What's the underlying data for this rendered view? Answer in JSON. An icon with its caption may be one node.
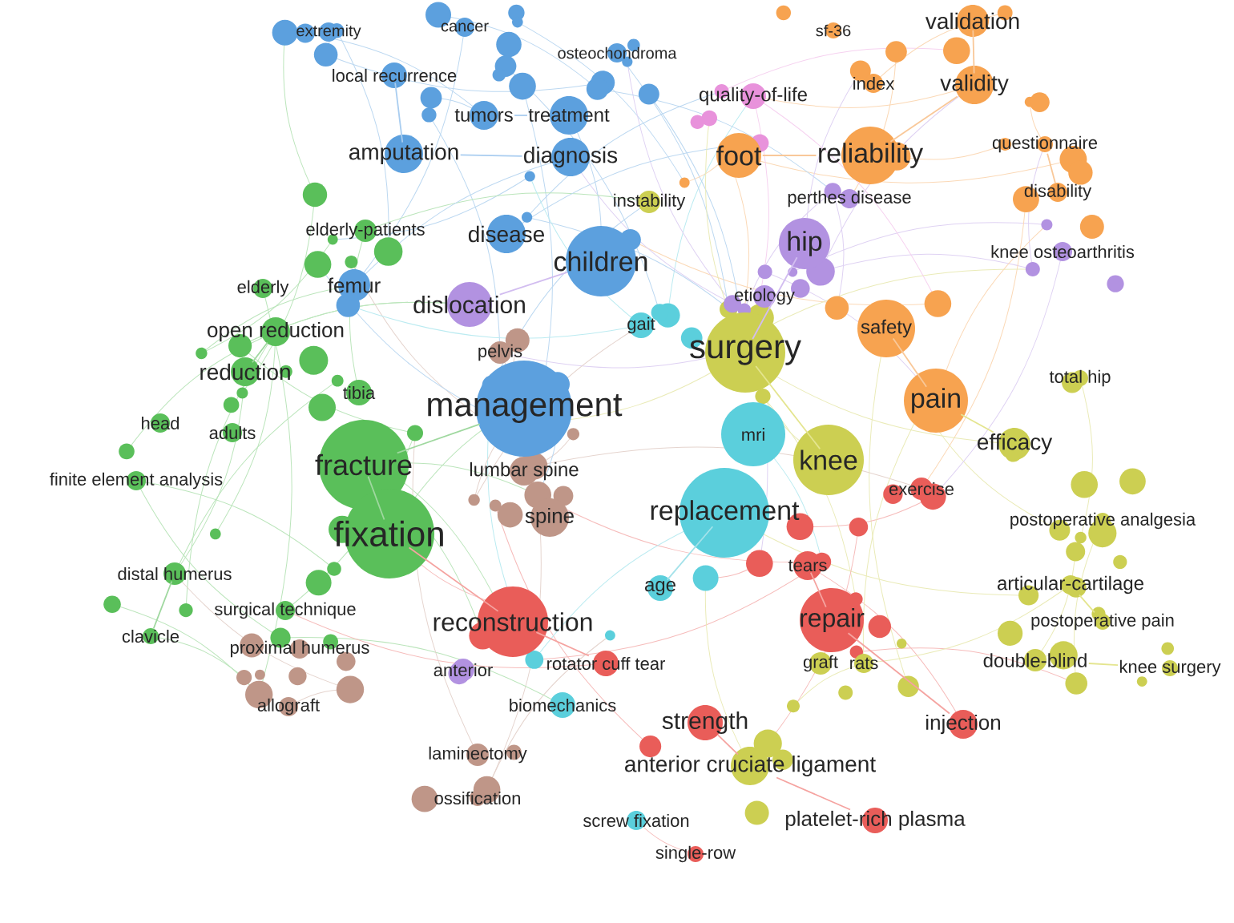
{
  "diagram": {
    "nodes": [
      {
        "text": [
          "extremity"
        ]
      },
      {
        "text": [
          "cancer"
        ]
      },
      {
        "text": [
          "osteochondroma"
        ]
      },
      {
        "text": [
          "local recurrence"
        ]
      },
      {
        "text": [
          "tumors"
        ]
      },
      {
        "text": [
          "treatment"
        ]
      },
      {
        "text": [
          "amputation"
        ]
      },
      {
        "text": [
          "diagnosis"
        ]
      },
      {
        "text": [
          "sf-36"
        ]
      },
      {
        "text": [
          "validation"
        ]
      },
      {
        "text": [
          "quality-of-life"
        ]
      },
      {
        "text": [
          "index"
        ]
      },
      {
        "text": [
          "validity"
        ]
      },
      {
        "text": [
          "foot"
        ]
      },
      {
        "text": [
          "reliability"
        ]
      },
      {
        "text": [
          "questionnaire"
        ]
      },
      {
        "text": [
          "instability"
        ]
      },
      {
        "text": [
          "perthes disease"
        ]
      },
      {
        "text": [
          "disability"
        ]
      },
      {
        "text": [
          "elderly-patients"
        ]
      },
      {
        "text": [
          "disease"
        ]
      },
      {
        "text": [
          "children"
        ]
      },
      {
        "text": [
          "hip"
        ]
      },
      {
        "text": [
          "knee osteoarthritis"
        ]
      },
      {
        "text": [
          "elderly"
        ]
      },
      {
        "text": [
          "femur"
        ]
      },
      {
        "text": [
          "dislocation"
        ]
      },
      {
        "text": [
          "etiology"
        ]
      },
      {
        "text": [
          "gait"
        ]
      },
      {
        "text": [
          "safety"
        ]
      },
      {
        "text": [
          "open reduction"
        ]
      },
      {
        "text": [
          "surgery"
        ]
      },
      {
        "text": [
          "pelvis"
        ]
      },
      {
        "text": [
          "reduction"
        ]
      },
      {
        "text": [
          "tibia"
        ]
      },
      {
        "text": [
          "management"
        ]
      },
      {
        "text": [
          "mri"
        ]
      },
      {
        "text": [
          "pain"
        ]
      },
      {
        "text": [
          "total hip"
        ]
      },
      {
        "text": [
          "efficacy"
        ]
      },
      {
        "text": [
          "head"
        ]
      },
      {
        "text": [
          "adults"
        ]
      },
      {
        "text": [
          "fracture"
        ]
      },
      {
        "text": [
          "lumbar spine"
        ]
      },
      {
        "text": [
          "knee"
        ]
      },
      {
        "text": [
          "finite element analysis"
        ]
      },
      {
        "text": [
          "exercise"
        ]
      },
      {
        "text": [
          "spine"
        ]
      },
      {
        "text": [
          "fixation"
        ]
      },
      {
        "text": [
          "replacement"
        ]
      },
      {
        "text": [
          "postoperative analgesia"
        ]
      },
      {
        "text": [
          "distal humerus"
        ]
      },
      {
        "text": [
          "tears"
        ]
      },
      {
        "text": [
          "age"
        ]
      },
      {
        "text": [
          "articular-cartilage"
        ]
      },
      {
        "text": [
          "surgical technique"
        ]
      },
      {
        "text": [
          "reconstruction"
        ]
      },
      {
        "text": [
          "repair"
        ]
      },
      {
        "text": [
          "postoperative pain"
        ]
      },
      {
        "text": [
          "clavicle"
        ]
      },
      {
        "text": [
          "proximal humerus"
        ]
      },
      {
        "text": [
          "anterior"
        ]
      },
      {
        "text": [
          "rotator cuff tear"
        ]
      },
      {
        "text": [
          "graft"
        ]
      },
      {
        "text": [
          "rats"
        ]
      },
      {
        "text": [
          "double-blind"
        ]
      },
      {
        "text": [
          "knee surgery"
        ]
      },
      {
        "text": [
          "allograft"
        ]
      },
      {
        "text": [
          "biomechanics"
        ]
      },
      {
        "text": [
          "strength"
        ]
      },
      {
        "text": [
          "injection"
        ]
      },
      {
        "text": [
          "laminectomy"
        ]
      },
      {
        "text": [
          "anterior cruciate ligament"
        ]
      },
      {
        "text": [
          "ossification"
        ]
      },
      {
        "text": [
          "screw fixation"
        ]
      },
      {
        "text": [
          "platelet-rich plasma"
        ]
      },
      {
        "text": [
          "single-row"
        ]
      }
    ],
    "edges": [
      {
        "from": 3,
        "to": 6,
        "arrow": "none",
        "color": "#a9cdf0"
      },
      {
        "from": 4,
        "to": 5,
        "arrow": "none",
        "color": "#a9cdf0"
      },
      {
        "from": 6,
        "to": 7,
        "arrow": "none",
        "color": "#a9cdf0"
      },
      {
        "from": 9,
        "to": 12,
        "arrow": "none",
        "color": "#f9c899"
      },
      {
        "from": 12,
        "to": 14,
        "arrow": "none",
        "color": "#f9c899"
      },
      {
        "from": 15,
        "to": 18,
        "arrow": "none",
        "color": "#f9c899"
      },
      {
        "from": 13,
        "to": 14,
        "arrow": "none",
        "color": "#f9c899"
      },
      {
        "from": 22,
        "to": 31,
        "arrow": "none",
        "color": "#d2bdf0"
      },
      {
        "from": 29,
        "to": 37,
        "arrow": "none",
        "color": "#f9c899"
      },
      {
        "from": 37,
        "to": 39,
        "arrow": "none",
        "color": "#e4e58f"
      },
      {
        "from": 31,
        "to": 44,
        "arrow": "none",
        "color": "#e4e58f"
      },
      {
        "from": 35,
        "to": 42,
        "arrow": "none",
        "color": "#9fd89f"
      },
      {
        "from": 42,
        "to": 48,
        "arrow": "none",
        "color": "#9fd89f"
      },
      {
        "from": 48,
        "to": 56,
        "arrow": "none"
      },
      {
        "from": 56,
        "to": 62,
        "arrow": "none"
      },
      {
        "from": 57,
        "to": 52,
        "arrow": "none"
      },
      {
        "from": 57,
        "to": 70,
        "arrow": "none"
      },
      {
        "from": 69,
        "to": 72,
        "arrow": "none"
      },
      {
        "from": 72,
        "to": 75,
        "arrow": "none"
      },
      {
        "from": 30,
        "to": 33,
        "arrow": "none",
        "color": "#9fd89f"
      },
      {
        "from": 51,
        "to": 59,
        "arrow": "none",
        "color": "#9fd89f"
      },
      {
        "from": 54,
        "to": 58,
        "arrow": "none",
        "color": "#e4e58f"
      },
      {
        "from": 65,
        "to": 66,
        "arrow": "none",
        "color": "#e4e58f"
      },
      {
        "from": 49,
        "to": 53,
        "arrow": "none",
        "color": "#a3e2ea"
      },
      {
        "from": 26,
        "to": 21,
        "arrow": "none",
        "color": "#d2bdf0"
      }
    ]
  }
}
